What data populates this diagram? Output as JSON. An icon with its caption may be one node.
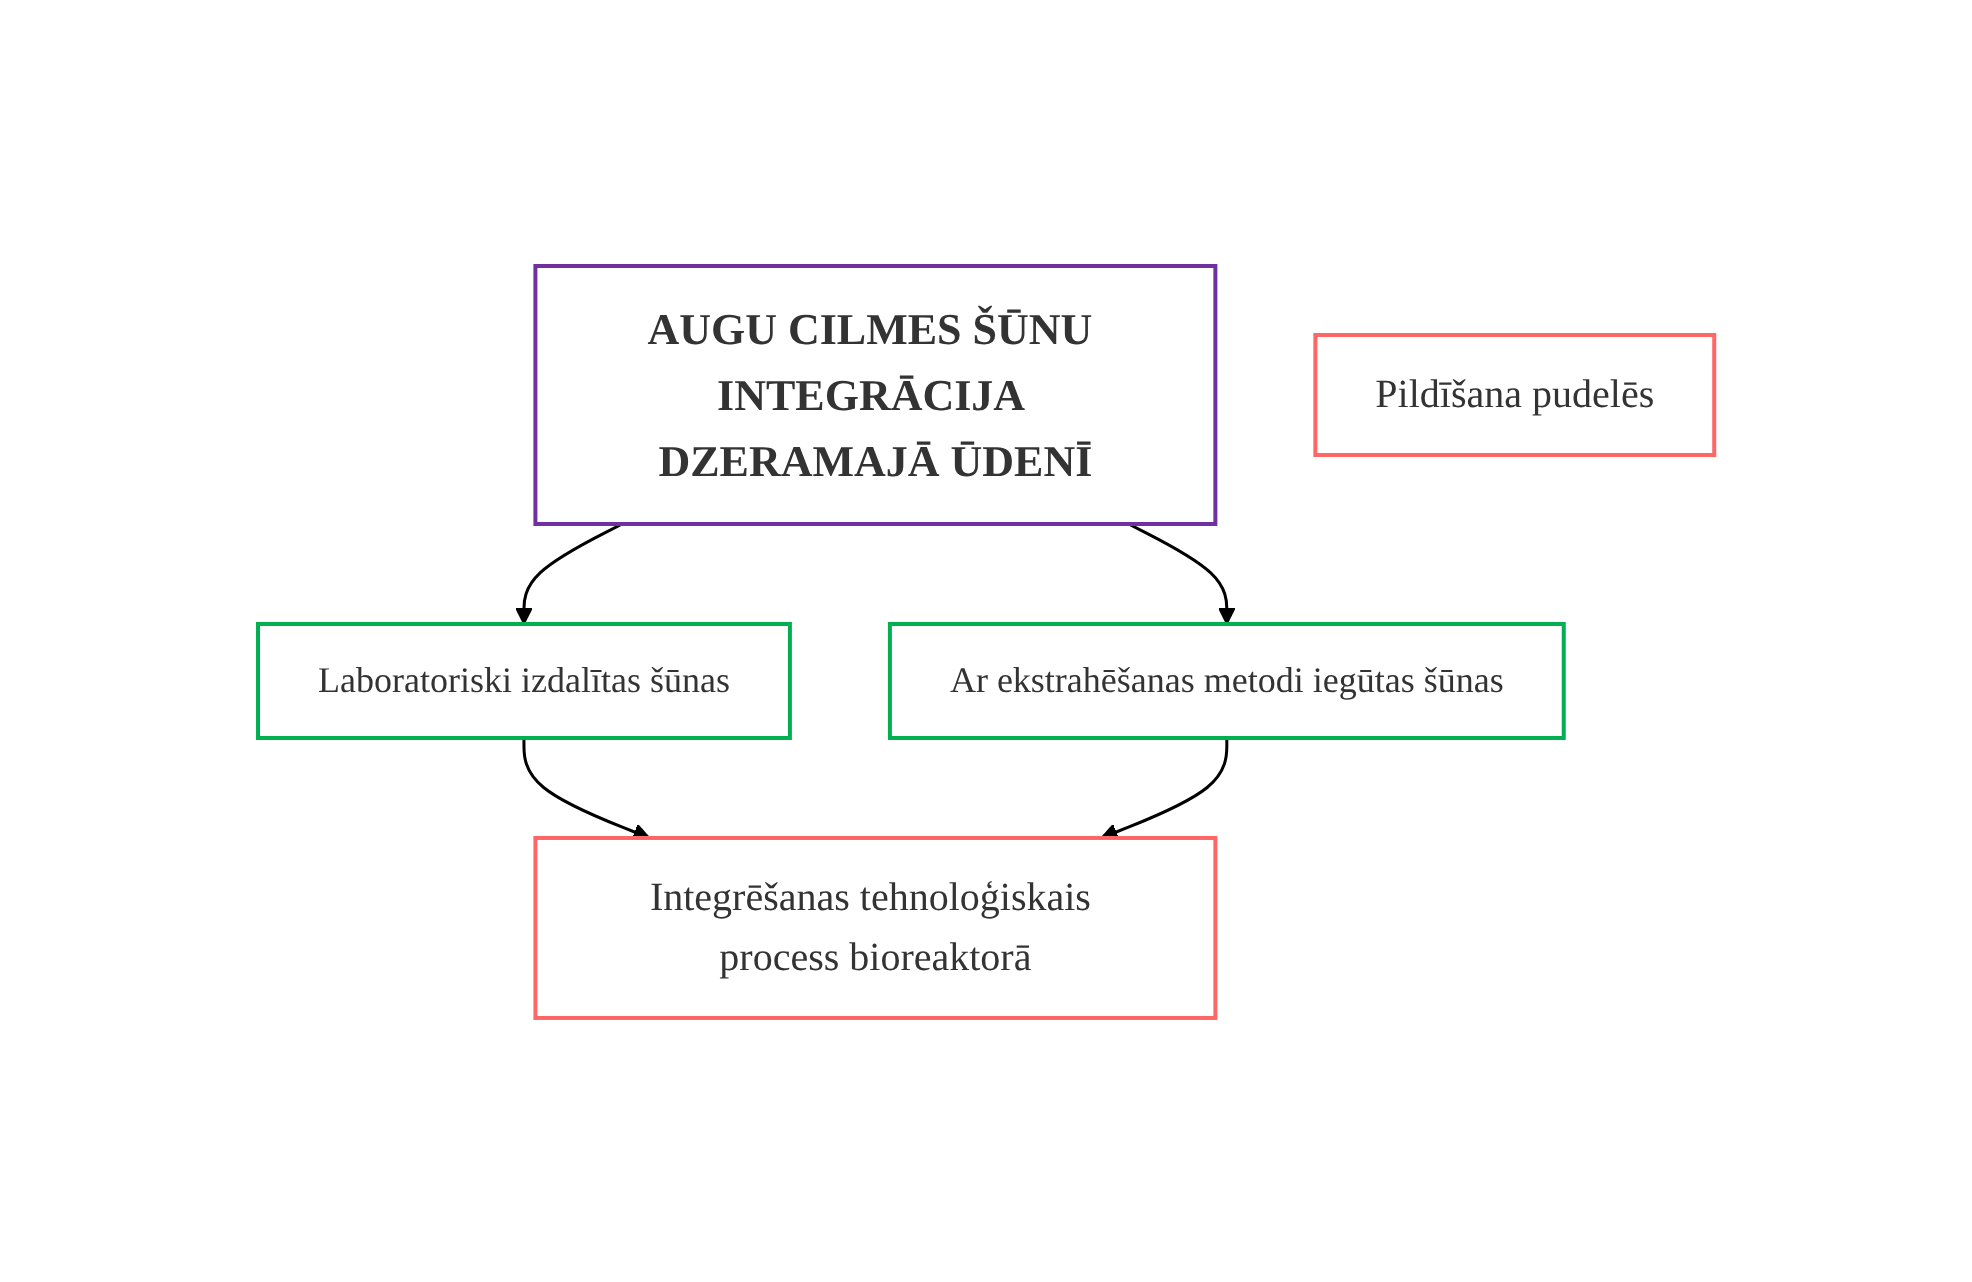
{
  "diagram": {
    "nodes": [
      {
        "text": [
          "AUGU CILMES ŠŪNU INTEGRĀCIJA DZERAMAJĀ ŪDENĪ"
        ]
      },
      {
        "text": [
          "Laboratoriski izdalītas šūnas"
        ]
      },
      {
        "text": [
          "Ar ekstrahēšanas metodi iegūtas šūnas"
        ]
      },
      {
        "text": [
          "Integrēšanas tehnoloģiskais process bioreaktorā"
        ]
      },
      {
        "text": [
          "Pildīšana pudelēs"
        ]
      }
    ],
    "edges": [
      {
        "from": 0,
        "to": 1,
        "arrow": "to"
      },
      {
        "from": 0,
        "to": 2,
        "arrow": "to"
      },
      {
        "from": 1,
        "to": 3,
        "arrow": "to"
      },
      {
        "from": 2,
        "to": 3,
        "arrow": "to"
      }
    ]
  }
}
